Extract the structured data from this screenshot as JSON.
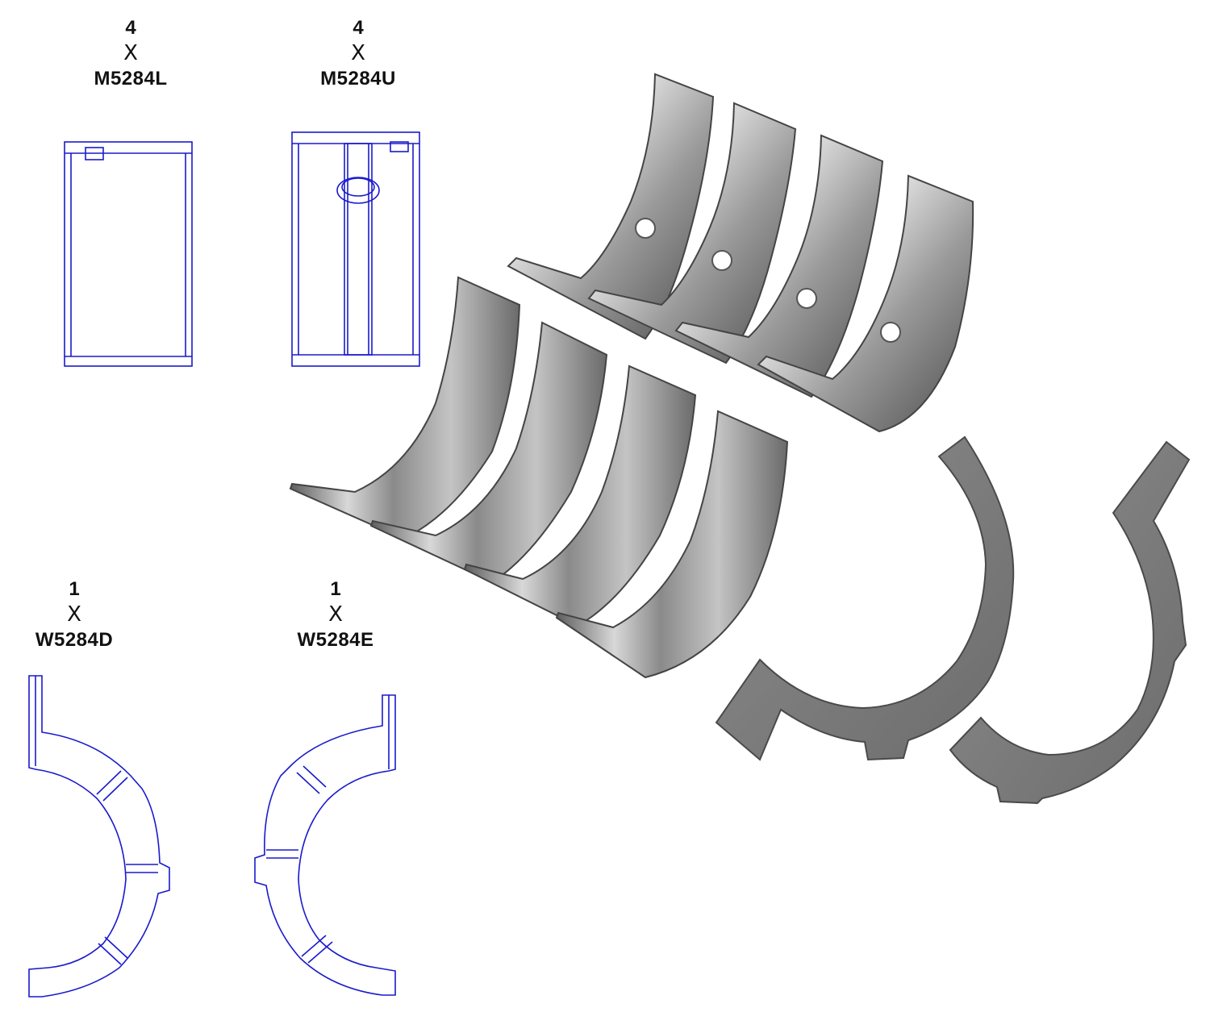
{
  "parts": [
    {
      "qty": "4",
      "times": "X",
      "part_number": "M5284L"
    },
    {
      "qty": "4",
      "times": "X",
      "part_number": "M5284U"
    },
    {
      "qty": "1",
      "times": "X",
      "part_number": "W5284D"
    },
    {
      "qty": "1",
      "times": "X",
      "part_number": "W5284E"
    }
  ],
  "colors": {
    "line_drawing": "#1a1acc",
    "bearing_metal": "#9a9a9a",
    "bearing_back": "#5a5a5a",
    "thrust_washer": "#7d7d7d"
  }
}
